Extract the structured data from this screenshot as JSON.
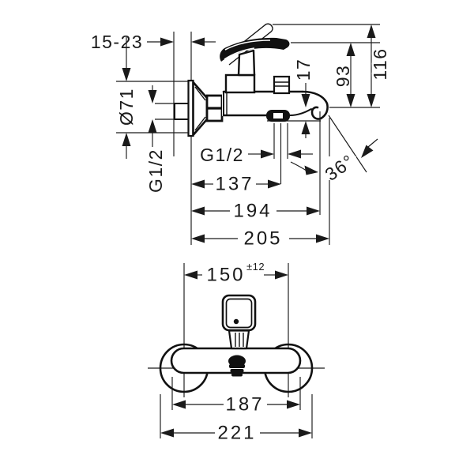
{
  "colors": {
    "ink": "#1a1a1a",
    "fixture": "#111111",
    "background": "#ffffff"
  },
  "top_view": {
    "wall_depth_range": "15-23",
    "escutcheon_diameter": "Ø71",
    "wall_thread": "G1/2",
    "shower_outlet_thread": "G1/2",
    "outlet_offset": "17",
    "height_to_handle": "93",
    "height_max": "116",
    "shower_outlet_distance": "137",
    "projection_spout": "194",
    "projection_max": "205",
    "spout_angle": "36°"
  },
  "front_view": {
    "connection_center_distance": "150",
    "connection_tolerance": "±12",
    "body_width": "187",
    "overall_width": "221"
  }
}
